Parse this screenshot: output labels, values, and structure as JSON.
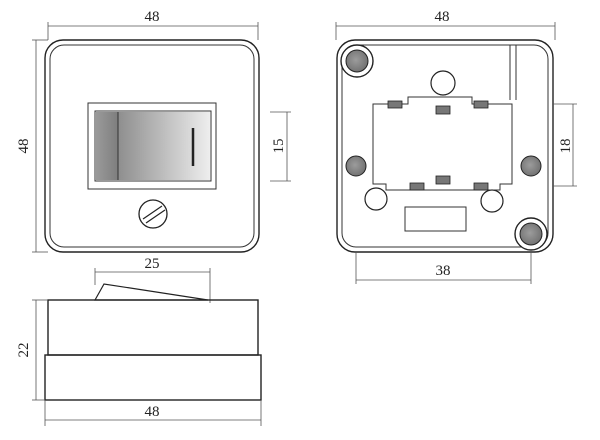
{
  "dimensions": {
    "front_width": "48",
    "front_height": "48",
    "button_height": "15",
    "back_width": "48",
    "back_mount_distance": "38",
    "back_inner_height": "18",
    "side_button_width": "25",
    "side_height": "22",
    "side_width": "48"
  },
  "colors": {
    "line": "#222222",
    "dim_line": "#555555",
    "rocker_light": "#dcdcdc",
    "rocker_dark": "#8a8a8a",
    "screw_fill": "#8c8c8c",
    "tab_fill": "#777777"
  },
  "icons": {
    "screw": "slotted-screw-icon"
  }
}
